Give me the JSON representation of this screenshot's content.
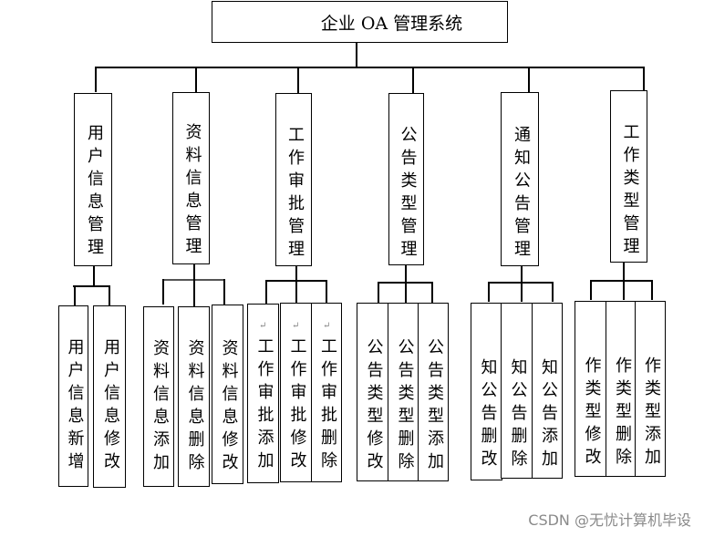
{
  "diagram": {
    "root": {
      "label": "企业 OA 管理系统"
    },
    "modules": [
      {
        "label": "用户信息管理",
        "children": [
          "用户信息新增",
          "用户信息修改"
        ]
      },
      {
        "label": "资料信息管理",
        "children": [
          "资料信息添加",
          "资料信息删除",
          "资料信息修改"
        ]
      },
      {
        "label": "工作审批管理",
        "children": [
          "工作审批添加",
          "工作审批修改",
          "工作审批删除"
        ]
      },
      {
        "label": "公告类型管理",
        "children": [
          "公告类型修改",
          "公告类型删除",
          "公告类型添加"
        ]
      },
      {
        "label": "通知公告管理",
        "children": [
          "知公告删改",
          "知公告删除",
          "知公告添加"
        ]
      },
      {
        "label": "工作类型管理",
        "children": [
          "作类型修改",
          "作类型删除",
          "作类型添加"
        ]
      }
    ],
    "line_color": "#000000",
    "return_mark": "↵"
  },
  "watermark": "CSDN @无忧计算机毕设"
}
